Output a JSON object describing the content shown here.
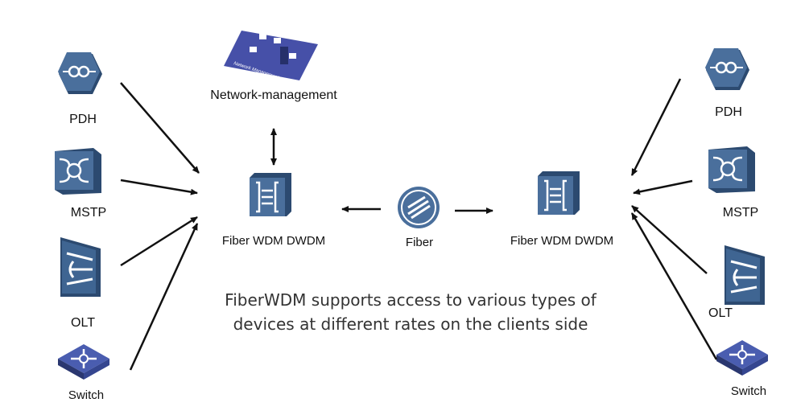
{
  "left_devices": [
    {
      "label": "PDH",
      "icon": "pdh-icon"
    },
    {
      "label": "MSTP",
      "icon": "mstp-icon"
    },
    {
      "label": "OLT",
      "icon": "olt-icon"
    },
    {
      "label": "Switch",
      "icon": "switch-icon"
    }
  ],
  "right_devices": [
    {
      "label": "PDH",
      "icon": "pdh-icon"
    },
    {
      "label": "MSTP",
      "icon": "mstp-icon"
    },
    {
      "label": "OLT",
      "icon": "olt-icon"
    },
    {
      "label": "Switch",
      "icon": "switch-icon"
    }
  ],
  "network_management": {
    "label": "Network-management",
    "icon_text": "Network Management"
  },
  "left_wdm": {
    "label": "Fiber WDM DWDM"
  },
  "right_wdm": {
    "label": "Fiber WDM DWDM"
  },
  "fiber": {
    "label": "Fiber"
  },
  "caption": "FiberWDM supports access to various types of devices at different rates on the clients side",
  "colors": {
    "device_blue": "#3f6592",
    "device_dark": "#2c4a70",
    "nm_blue": "#4650a8",
    "arrow": "#111111"
  }
}
